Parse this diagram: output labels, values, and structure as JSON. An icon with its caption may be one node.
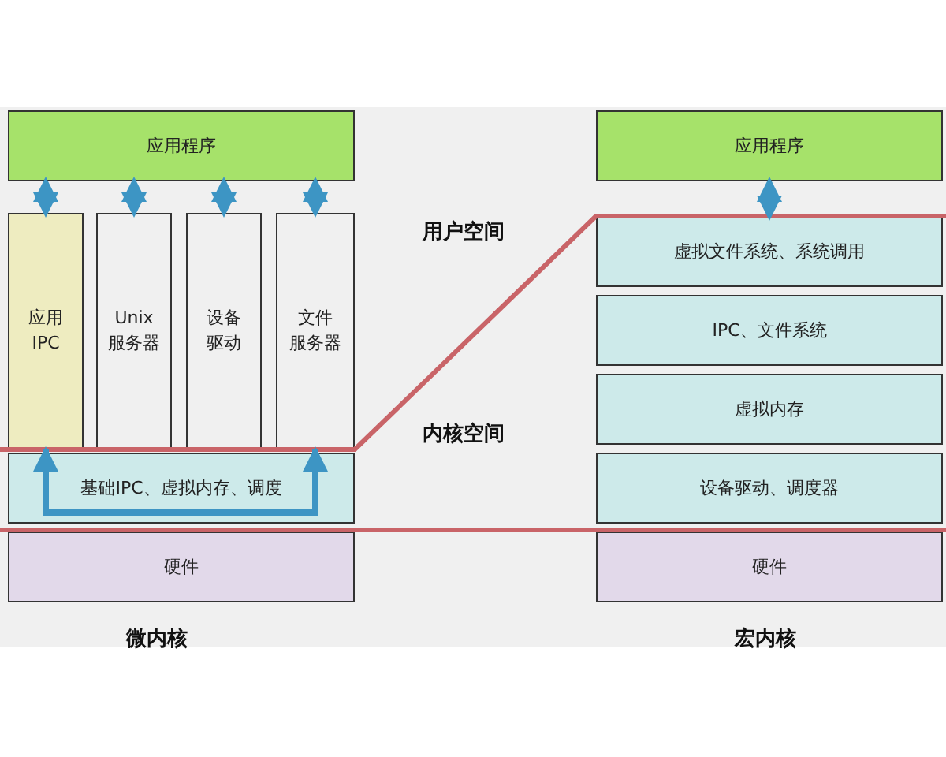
{
  "diagram": {
    "nodes": [
      {
        "text": [
          "应用程序"
        ]
      },
      {
        "text": [
          "应用 IPC"
        ]
      },
      {
        "text": [
          "Unix 服务器"
        ]
      },
      {
        "text": [
          "设备驱动"
        ]
      },
      {
        "text": [
          "文件服务器"
        ]
      },
      {
        "text": [
          "基础IPC、虚拟内存、调度"
        ]
      },
      {
        "text": [
          "硬件"
        ]
      },
      {
        "text": [
          "应用程序"
        ]
      },
      {
        "text": [
          "虚拟文件系统、系统调用"
        ]
      },
      {
        "text": [
          "IPC、文件系统"
        ]
      },
      {
        "text": [
          "虚拟内存"
        ]
      },
      {
        "text": [
          "设备驱动、调度器"
        ]
      },
      {
        "text": [
          "硬件"
        ]
      }
    ],
    "edges": [
      {
        "from": 0,
        "to": 1,
        "arrow": "both"
      },
      {
        "from": 0,
        "to": 2,
        "arrow": "both"
      },
      {
        "from": 0,
        "to": 3,
        "arrow": "both"
      },
      {
        "from": 0,
        "to": 4,
        "arrow": "both"
      },
      {
        "from": 5,
        "to": 1,
        "arrow": "to"
      },
      {
        "from": 5,
        "to": 4,
        "arrow": "to"
      },
      {
        "from": 7,
        "to": 8,
        "arrow": "both"
      }
    ],
    "labels": [
      "用户空间",
      "内核空间",
      "微内核",
      "宏内核"
    ]
  }
}
